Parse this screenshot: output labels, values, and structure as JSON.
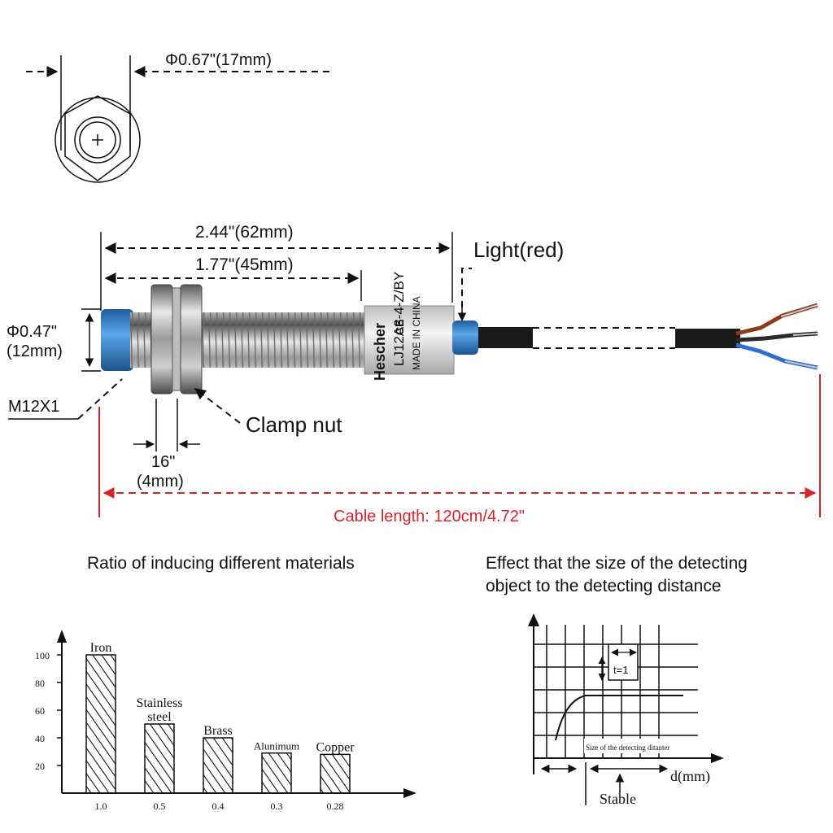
{
  "dimensions": {
    "outer_diameter": "Φ0.67\"(17mm)",
    "total_length": "2.44\"(62mm)",
    "thread_length": "1.77\"(45mm)",
    "body_diameter_line1": "Φ0.47\"",
    "body_diameter_line2": "(12mm)",
    "thread_spec": "M12X1",
    "nut_width_line1": "16\"",
    "nut_width_line2": "(4mm)"
  },
  "labels": {
    "light": "Light(red)",
    "clamp_nut": "Clamp nut",
    "cable_length": "Cable length: 120cm/4.72\""
  },
  "sensor_print": {
    "brand": "Hescher",
    "model": "LJ12A3-4-Z/BY",
    "origin": "MADE IN CHINA",
    "ce": "CE"
  },
  "colors": {
    "dimension_red": "#d8232a",
    "sensor_cap_blue": "#3b8fd6",
    "wire_brown": "#8b3a1c",
    "wire_blue": "#2f6fd0"
  },
  "bottom_left": {
    "title": "Ratio of inducing different materials"
  },
  "bottom_right": {
    "title_line1": "Effect that the size of the detecting",
    "title_line2": "object to the detecting distance",
    "inner_label": "Size of the detecting ditanter",
    "t_label": "t=1",
    "x_label": "d(mm)",
    "stable_label": "Stable"
  },
  "chart_data": {
    "type": "bar",
    "categories": [
      "1.0",
      "0.5",
      "0.4",
      "0.3",
      "0.28"
    ],
    "bar_labels": [
      "Iron",
      "Stainless steel",
      "Brass",
      "Alunimum",
      "Copper"
    ],
    "values": [
      100,
      50,
      40,
      29,
      28
    ],
    "y_ticks": [
      "20",
      "40",
      "60",
      "80",
      "100"
    ],
    "ylim": [
      0,
      110
    ]
  }
}
